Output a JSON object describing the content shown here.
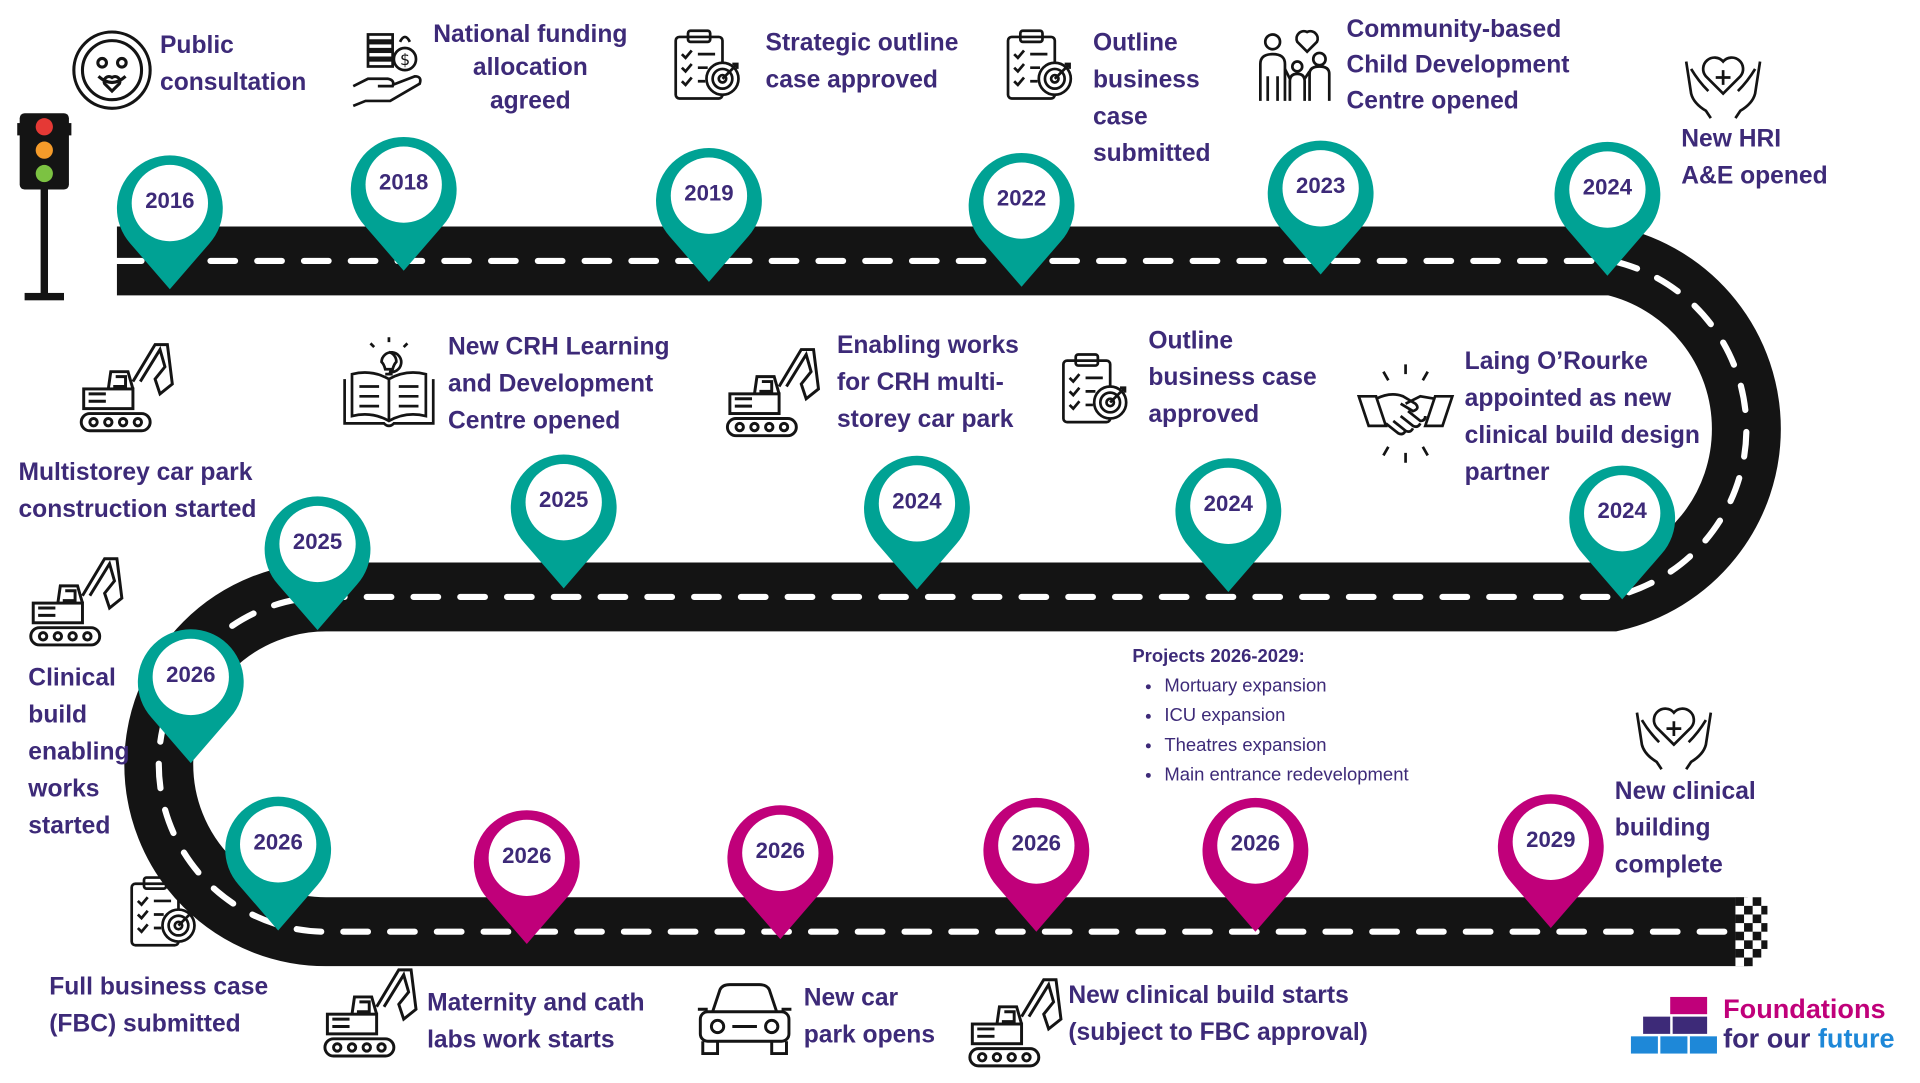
{
  "colors": {
    "road": "#141414",
    "teal_pin": "#00a294",
    "magenta_pin": "#c0007a",
    "label_text": "#3d2a78",
    "logo_magenta": "#c0007a",
    "logo_blue": "#1e88d8"
  },
  "milestones": [
    {
      "year": "2016",
      "label": "Public\nconsultation",
      "icon": "face-heart-icon",
      "pin_color": "teal"
    },
    {
      "year": "2018",
      "label": "National funding\nallocation\nagreed",
      "icon": "money-hand-icon",
      "pin_color": "teal"
    },
    {
      "year": "2019",
      "label": "Strategic outline\ncase approved",
      "icon": "clipboard-target-icon",
      "pin_color": "teal"
    },
    {
      "year": "2022",
      "label": "Outline\nbusiness\ncase\nsubmitted",
      "icon": "clipboard-target-icon",
      "pin_color": "teal"
    },
    {
      "year": "2023",
      "label": "Community-based\nChild Development\nCentre opened",
      "icon": "family-heart-icon",
      "pin_color": "teal"
    },
    {
      "year": "2024",
      "label": "New HRI\nA&E opened",
      "icon": "heart-hands-icon",
      "pin_color": "teal"
    },
    {
      "year": "2024",
      "label": "Laing O’Rourke\nappointed as new\nclinical build design\npartner",
      "icon": "handshake-icon",
      "pin_color": "teal"
    },
    {
      "year": "2024",
      "label": "Outline\nbusiness case\napproved",
      "icon": "clipboard-target-icon",
      "pin_color": "teal"
    },
    {
      "year": "2024",
      "label": "Enabling works\nfor CRH multi-\nstorey car park",
      "icon": "excavator-icon",
      "pin_color": "teal"
    },
    {
      "year": "2025",
      "label": "New CRH Learning\nand Development\nCentre opened",
      "icon": "book-lightbulb-icon",
      "pin_color": "teal"
    },
    {
      "year": "2025",
      "label": "Multistorey car park\nconstruction started",
      "icon": "excavator-icon",
      "pin_color": "teal"
    },
    {
      "year": "2026",
      "label": "Clinical\nbuild\nenabling\nworks\nstarted",
      "icon": "excavator-icon",
      "pin_color": "teal"
    },
    {
      "year": "2026",
      "label": "Full business case\n(FBC) submitted",
      "icon": "clipboard-target-icon",
      "pin_color": "teal"
    },
    {
      "year": "2026",
      "label": "Maternity and cath\nlabs work starts",
      "icon": "excavator-icon",
      "pin_color": "magenta"
    },
    {
      "year": "2026",
      "label": "New car\npark opens",
      "icon": "car-icon",
      "pin_color": "magenta"
    },
    {
      "year": "2026",
      "label": "New clinical build starts\n(subject to FBC approval)",
      "icon": "excavator-icon",
      "pin_color": "magenta"
    },
    {
      "year": "2026",
      "label": "",
      "icon": "",
      "pin_color": "magenta"
    },
    {
      "year": "2029",
      "label": "New clinical\nbuilding\ncomplete",
      "icon": "heart-hands-icon",
      "pin_color": "magenta"
    }
  ],
  "projects": {
    "heading": "Projects 2026-2029:",
    "items": [
      "Mortuary expansion",
      "ICU expansion",
      "Theatres expansion",
      "Main entrance redevelopment"
    ]
  },
  "logo": {
    "line1": "Foundations",
    "line2a": "for our ",
    "line2b": "future"
  }
}
